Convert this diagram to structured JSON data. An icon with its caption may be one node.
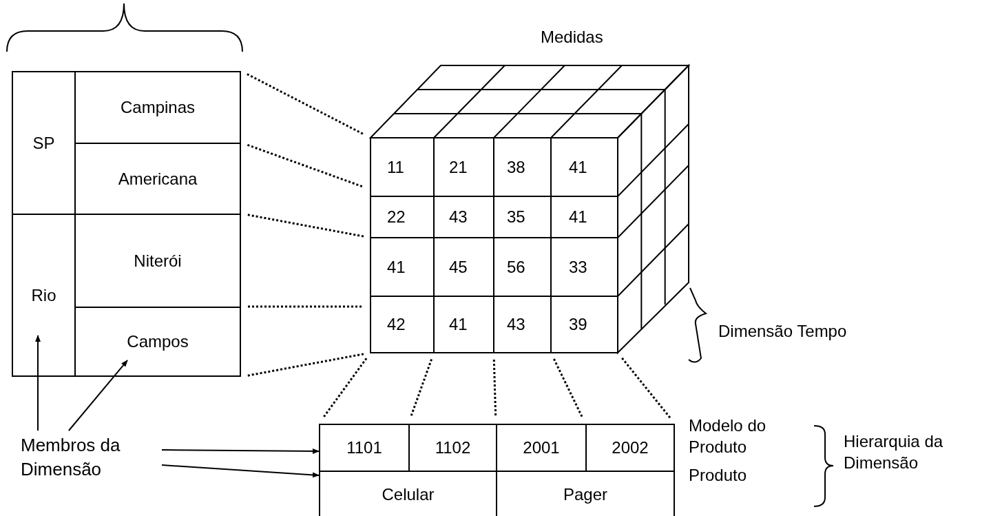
{
  "diagram": {
    "nodes": [
      {
        "text": [
          "SP"
        ]
      },
      {
        "text": [
          "Campinas"
        ]
      },
      {
        "text": [
          "Americana"
        ]
      },
      {
        "text": [
          "Rio"
        ]
      },
      {
        "text": [
          "Niterói"
        ]
      },
      {
        "text": [
          "Campos"
        ]
      },
      {
        "text": [
          "1101"
        ]
      },
      {
        "text": [
          "1102"
        ]
      },
      {
        "text": [
          "2001"
        ]
      },
      {
        "text": [
          "2002"
        ]
      },
      {
        "text": [
          "Membros da Dimensão"
        ]
      },
      {
        "text": [
          "Celular"
        ]
      },
      {
        "text": [
          "Pager"
        ]
      }
    ],
    "edges": [
      {
        "from": 10,
        "to": 3,
        "arrow": "to"
      },
      {
        "from": 10,
        "to": 5,
        "arrow": "to"
      },
      {
        "from": 10,
        "to": 6,
        "arrow": "to"
      },
      {
        "from": 10,
        "to": 11,
        "arrow": "to"
      }
    ],
    "labels": [
      "Medidas",
      "11",
      "21",
      "38",
      "41",
      "22",
      "43",
      "35",
      "41",
      "41",
      "45",
      "56",
      "33",
      "42",
      "41",
      "43",
      "39",
      "Dimensão Tempo",
      "Modelo do Produto",
      "Produto",
      "Hierarquia da Dimensão"
    ]
  }
}
